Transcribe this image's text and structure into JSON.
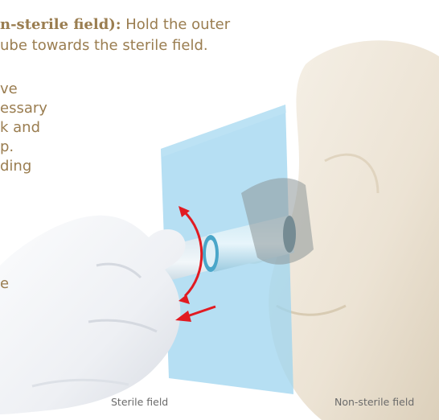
{
  "instruction": {
    "line1_bold": "n-sterile field):",
    "line1_rest": "Hold the outer",
    "line2": "ube towards the sterile field.",
    "left_fragments": [
      "ve",
      "essary",
      "k and",
      "p.",
      "ding",
      "e"
    ]
  },
  "captions": {
    "sterile": "Sterile field",
    "non_sterile": "Non-sterile field"
  },
  "colors": {
    "text": "#9a7d50",
    "barrier": "#9ed4ef",
    "glove_sterile": "#eef0f4",
    "glove_nonsterile": "#efe8dc",
    "tube_blue": "#4aa6c9",
    "arrow_red": "#e11b22",
    "caption": "#6b6b6b"
  },
  "icons": {
    "rotate_arrow": "curved-double-arrow-icon",
    "push_arrow": "straight-arrow-icon"
  }
}
